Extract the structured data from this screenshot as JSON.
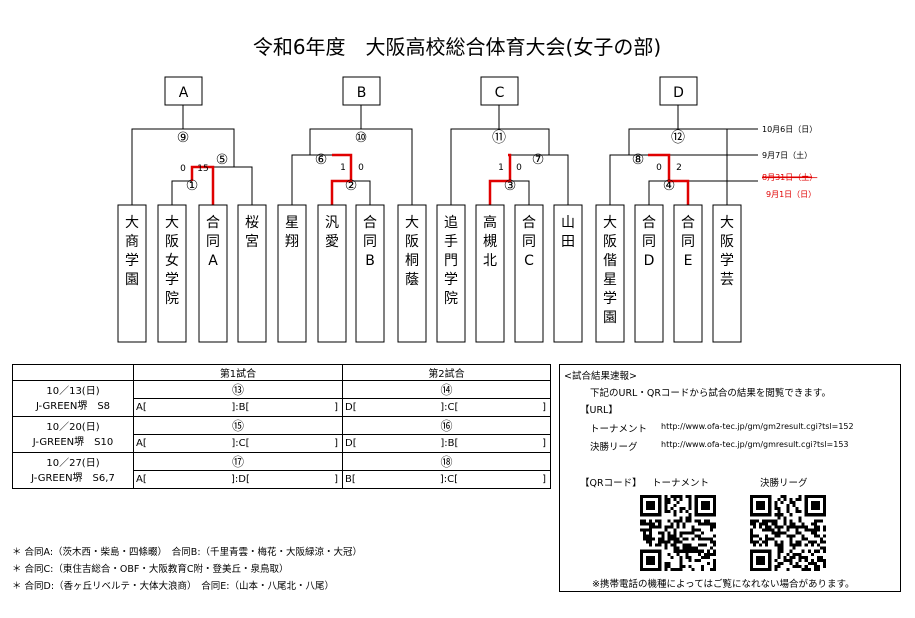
{
  "title": "令和6年度　大阪高校総合体育大会(女子の部)",
  "blocks": [
    "A",
    "B",
    "C",
    "D"
  ],
  "schools": [
    "大商学園",
    "大阪女学院",
    "合同A",
    "桜宮",
    "星翔",
    "汎愛",
    "合同B",
    "大阪桐蔭",
    "追手門学院",
    "高槻北",
    "合同C",
    "山田",
    "大阪偕星学園",
    "合同D",
    "合同E",
    "大阪学芸"
  ],
  "games": {
    "g1": "①",
    "g2": "②",
    "g3": "③",
    "g4": "④",
    "g5": "⑤",
    "g6": "⑥",
    "g7": "⑦",
    "g8": "⑧",
    "g9": "⑨",
    "g10": "⑩",
    "g11": "⑪",
    "g12": "⑫"
  },
  "scores": {
    "g1": [
      "0",
      "15"
    ],
    "g2": [
      "1",
      "0"
    ],
    "g3": [
      "1",
      "0"
    ],
    "g4": [
      "0",
      "2"
    ]
  },
  "dates": {
    "round3": "10月6日（日）",
    "round2": "9月7日（土）",
    "round1_old": "8月31日（土）",
    "round1_new": "9月1日（日）"
  },
  "schedule": {
    "col1": "第1試合",
    "col2": "第2試合",
    "rows": [
      {
        "date": "10／13(日)",
        "venue": "J-GREEN堺　S8",
        "g1": "⑬",
        "g2": "⑭",
        "s1": {
          "a": "A[",
          "m": "]:B[",
          "b": "]"
        },
        "s2": {
          "a": "D[",
          "m": "]:C[",
          "b": "]"
        }
      },
      {
        "date": "10／20(日)",
        "venue": "J-GREEN堺　S10",
        "g1": "⑮",
        "g2": "⑯",
        "s1": {
          "a": "A[",
          "m": "]:C[",
          "b": "]"
        },
        "s2": {
          "a": "D[",
          "m": "]:B[",
          "b": "]"
        }
      },
      {
        "date": "10／27(日)",
        "venue": "J-GREEN堺　S6,7",
        "g1": "⑰",
        "g2": "⑱",
        "s1": {
          "a": "A[",
          "m": "]:D[",
          "b": "]"
        },
        "s2": {
          "a": "B[",
          "m": "]:C[",
          "b": "]"
        }
      }
    ]
  },
  "notes": [
    "＊ 合同A:（茨木西・柴島・四條畷）　合同B:（千里青雲・梅花・大阪緑涼・大冠）",
    "＊ 合同C:（東住吉総合・OBF・大阪教育C附・登美丘・泉鳥取）",
    "＊ 合同D:（香ヶ丘リベルテ・大体大浪商）　合同E:（山本・八尾北・八尾）"
  ],
  "info": {
    "heading": "<試合結果速報>",
    "intro": "下記のURL・QRコードから試合の結果を閲覧できます。",
    "url_label": "【URL】",
    "tournament_label": "トーナメント",
    "tournament_url": "http://www.ofa-tec.jp/gm/gm2result.cgi?tsl=152",
    "league_label": "決勝リーグ",
    "league_url": "http://www.ofa-tec.jp/gm/gmresult.cgi?tsl=153",
    "qr_label": "【QRコード】",
    "qr_tournament": "トーナメント",
    "qr_league": "決勝リーグ",
    "note": "※携帯電話の機種によってはご覧になれない場合があります。"
  },
  "colors": {
    "win_line": "#e00000",
    "date_changed": "#e00000"
  }
}
